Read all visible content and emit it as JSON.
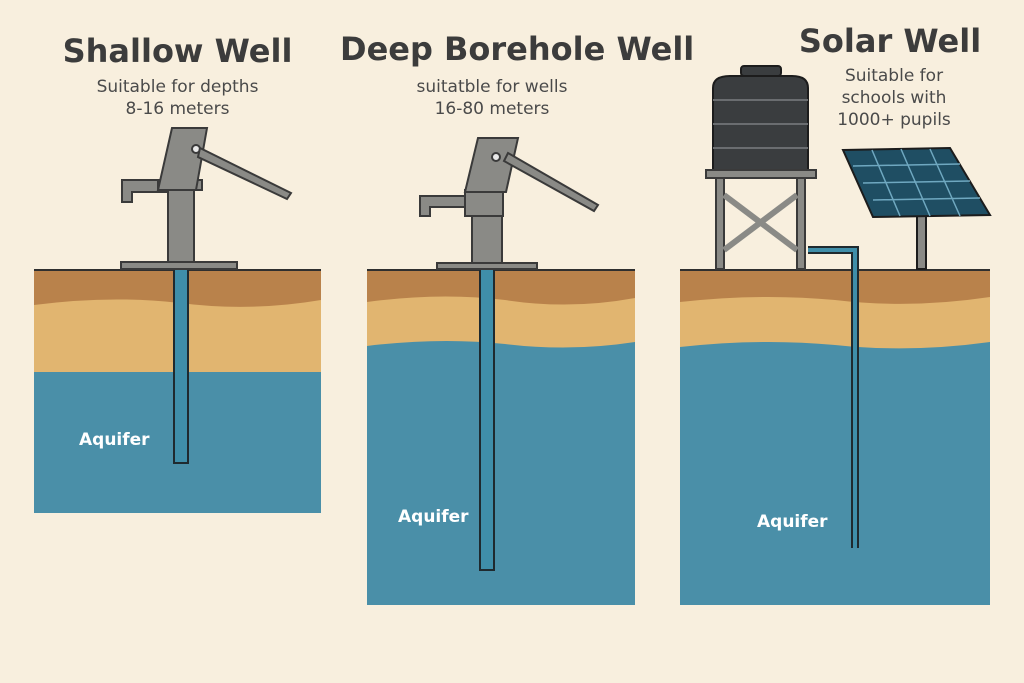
{
  "wells": [
    {
      "title": "Shallow Well",
      "subtitle": "Suitable for depths\n8-16 meters",
      "aquifer_label": "Aquifer"
    },
    {
      "title": "Deep Borehole Well",
      "subtitle": "suitatble for wells\n16-80 meters",
      "aquifer_label": "Aquifer"
    },
    {
      "title": "Solar Well",
      "subtitle": "Suitable for\nschools with\n1000+ pupils",
      "aquifer_label": "Aquifer"
    }
  ],
  "colors": {
    "background": "#f8efde",
    "topsoil": "#b9824b",
    "sand": "#e1b570",
    "water": "#4a8fa8",
    "pipe": "#3f8ea9",
    "pump": "#8a8a86",
    "tank": "#3a3d3f",
    "panel": "#1f4e63"
  }
}
